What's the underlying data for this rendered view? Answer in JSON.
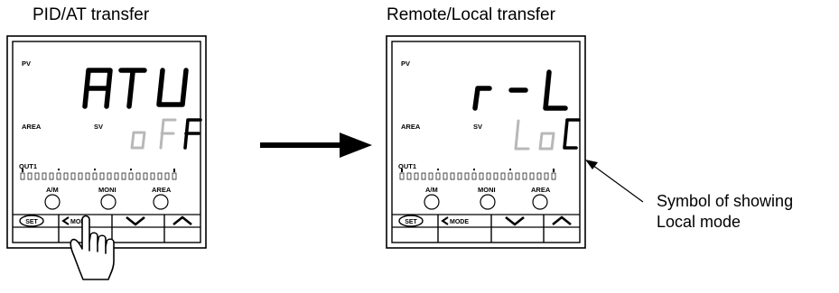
{
  "captions": {
    "left": "PID/AT transfer",
    "right": "Remote/Local transfer"
  },
  "annotation": {
    "line1": "Symbol of showing",
    "line2": "Local mode"
  },
  "left_panel": {
    "pv_label": "PV",
    "area_label": "AREA",
    "sv_label": "SV",
    "out_label": "OUT1",
    "pv_display": "ATU",
    "sv_display": "oFF",
    "key_labels": [
      "A/M",
      "MONI",
      "AREA"
    ],
    "buttons": [
      "SET",
      "<MODE",
      "down",
      "up"
    ]
  },
  "right_panel": {
    "pv_label": "PV",
    "area_label": "AREA",
    "sv_label": "SV",
    "out_label": "OUT1",
    "pv_display": "r-L",
    "sv_display": "LoC",
    "key_labels": [
      "A/M",
      "MONI",
      "AREA"
    ],
    "buttons": [
      "SET",
      "<MODE",
      "down",
      "up"
    ]
  },
  "colors": {
    "ink": "#000000",
    "dim_segment": "#b8b8b8"
  },
  "icons": [
    "pointing-hand-icon",
    "arrow-right-icon",
    "up-chevron-icon",
    "down-chevron-icon"
  ]
}
